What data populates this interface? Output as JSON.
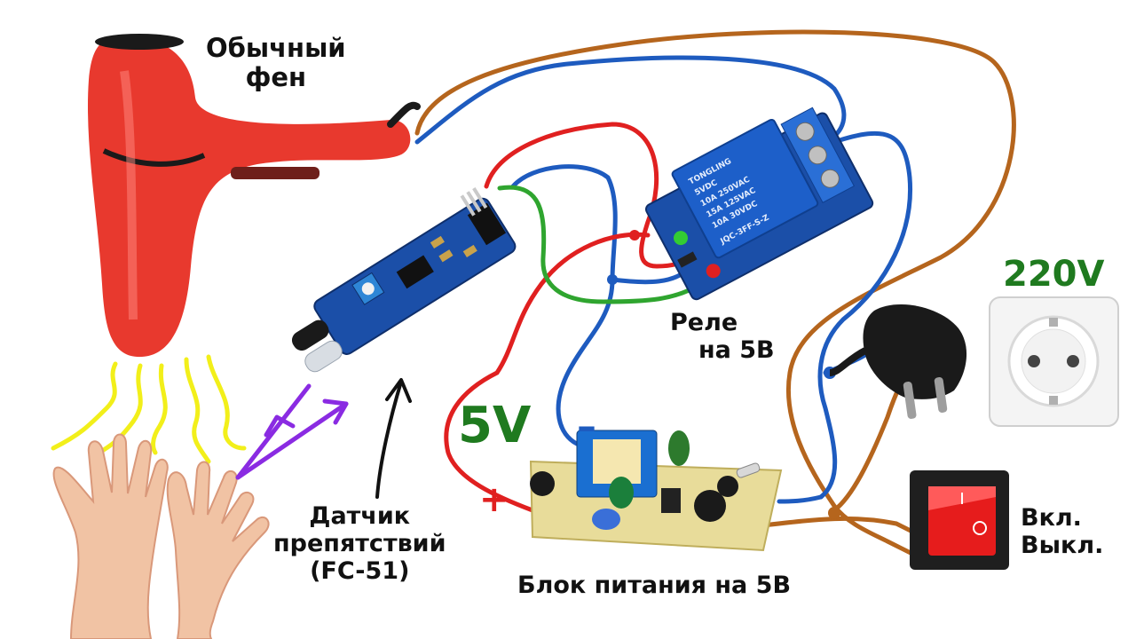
{
  "labels": {
    "hair_dryer": [
      "Обычный",
      "фен"
    ],
    "relay": [
      "Реле",
      "на 5В"
    ],
    "sensor": [
      "Датчик",
      "препятствий",
      "(FC-51)"
    ],
    "power_supply": "Блок питания на 5В",
    "switch": [
      "Вкл.",
      "Выкл."
    ],
    "mains_voltage": "220V",
    "supply_voltage": "5V",
    "minus": "–",
    "plus": "+"
  },
  "relay_markings": [
    "TONGLING",
    "5VDC",
    "10A 250VAC",
    "15A 125VAC",
    "10A 30VDC",
    "JQC-3FF-S-Z"
  ],
  "colors": {
    "wire_red": "#e02020",
    "wire_blue": "#1e5bbf",
    "wire_green": "#2fa52f",
    "wire_brown": "#b5651d",
    "dryer_red": "#e8392e",
    "relay_blue": "#1d5fc9",
    "pcb_blue": "#1b4fa8",
    "psu_pcb": "#e8dc9a",
    "arrow_purple": "#8a2be2",
    "heat_yellow": "#f2ef1a",
    "label_green": "#1f7a1f"
  },
  "icons": [
    "hair-dryer",
    "obstacle-sensor",
    "relay-module",
    "power-supply-board",
    "power-plug",
    "wall-socket",
    "rocker-switch",
    "hands"
  ]
}
